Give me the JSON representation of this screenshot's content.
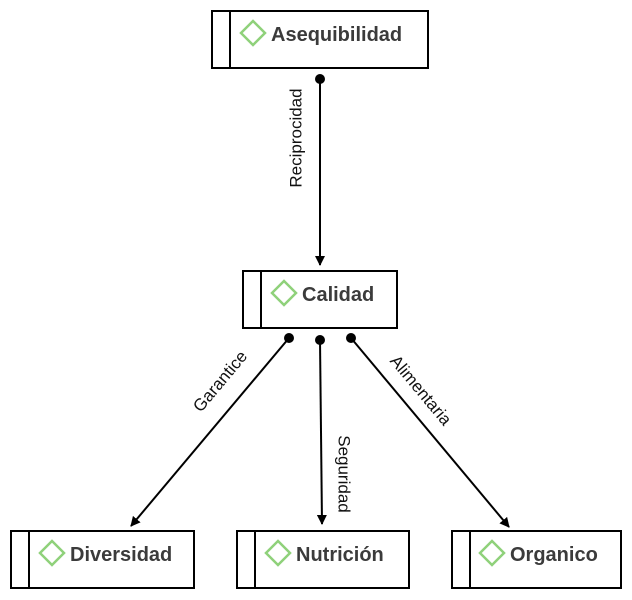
{
  "colors": {
    "line": "#000000",
    "icon": "#8fd17a",
    "text": "#3b3b3b"
  },
  "nodes": {
    "asequibilidad": {
      "label": "Asequibilidad",
      "icon": "diamond-icon"
    },
    "calidad": {
      "label": "Calidad",
      "icon": "diamond-icon"
    },
    "diversidad": {
      "label": "Diversidad",
      "icon": "diamond-icon"
    },
    "nutricion": {
      "label": "Nutrición",
      "icon": "diamond-icon"
    },
    "organico": {
      "label": "Organico",
      "icon": "diamond-icon"
    }
  },
  "edges": {
    "reciprocidad": {
      "label": "Reciprocidad"
    },
    "garantice": {
      "label": "Garantice"
    },
    "seguridad": {
      "label": "Seguridad"
    },
    "alimentaria": {
      "label": "Alimentaria"
    }
  }
}
